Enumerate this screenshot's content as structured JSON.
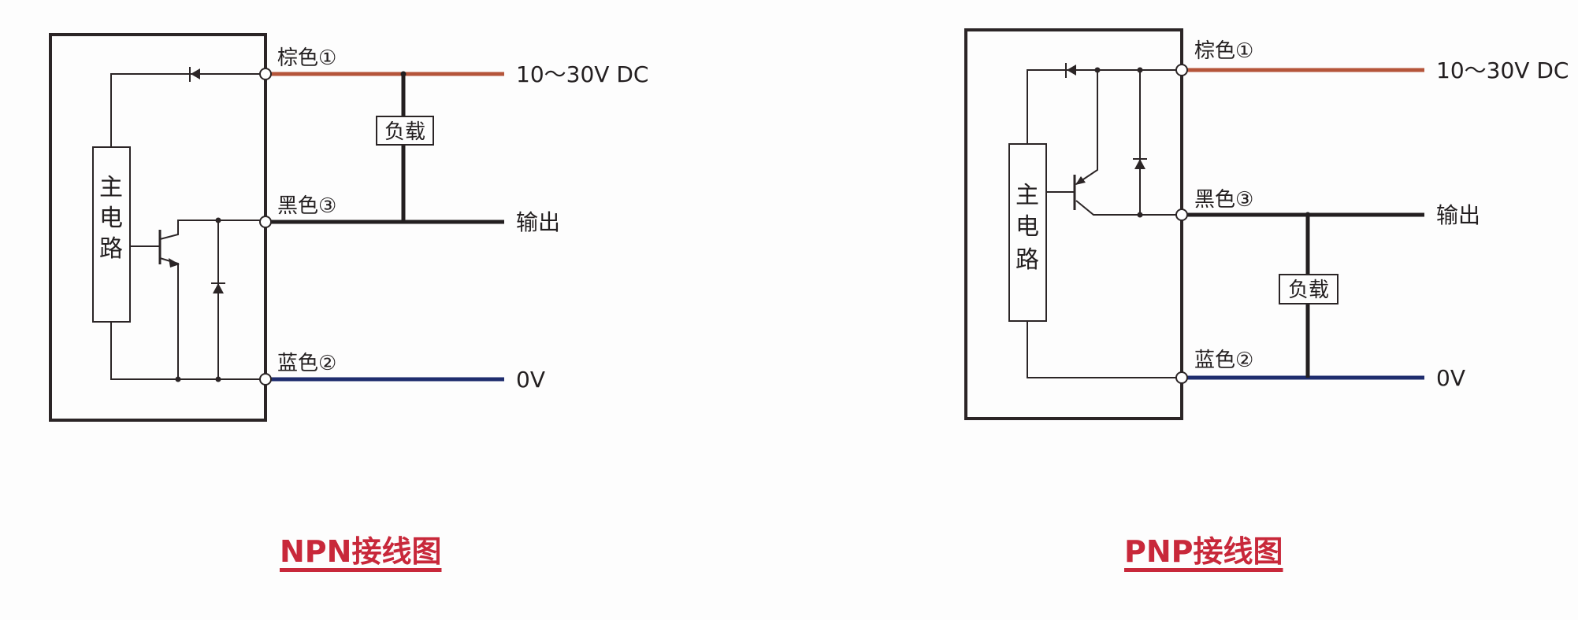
{
  "colors": {
    "brown_wire": "#b5553a",
    "black_wire": "#231f20",
    "blue_wire": "#1f2d6e",
    "caption": "#c8283a",
    "line": "#2b2526"
  },
  "npn": {
    "title": "NPN接线图",
    "main_circuit": [
      "主",
      "电",
      "路"
    ],
    "load_label": "负载",
    "terminals": [
      {
        "label": "棕色①",
        "signal": "10～30V DC"
      },
      {
        "label": "黑色③",
        "signal": "输出"
      },
      {
        "label": "蓝色②",
        "signal": "0V"
      }
    ]
  },
  "pnp": {
    "title": "PNP接线图",
    "main_circuit": [
      "主",
      "电",
      "路"
    ],
    "load_label": "负载",
    "terminals": [
      {
        "label": "棕色①",
        "signal": "10～30V DC"
      },
      {
        "label": "黑色③",
        "signal": "输出"
      },
      {
        "label": "蓝色②",
        "signal": "0V"
      }
    ]
  }
}
